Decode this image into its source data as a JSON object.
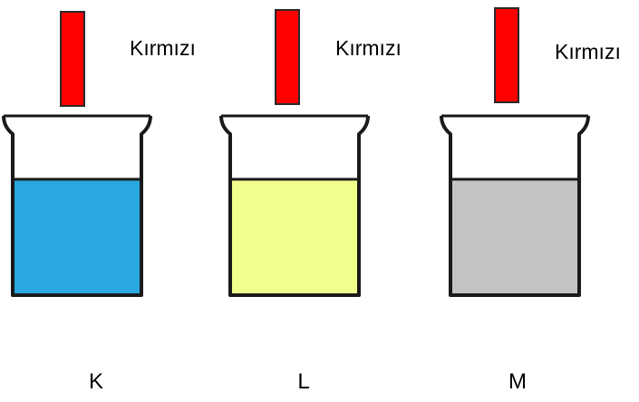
{
  "strip_color": "#ff0000",
  "outline_color": "#1a1a1a",
  "beakers": [
    {
      "label": "K",
      "strip_label": "Kırmızı",
      "liquid_color": "#29a8e0"
    },
    {
      "label": "L",
      "strip_label": "Kırmızı",
      "liquid_color": "#f2ff8c"
    },
    {
      "label": "M",
      "strip_label": "Kırmızı",
      "liquid_color": "#c3c3c3"
    }
  ]
}
